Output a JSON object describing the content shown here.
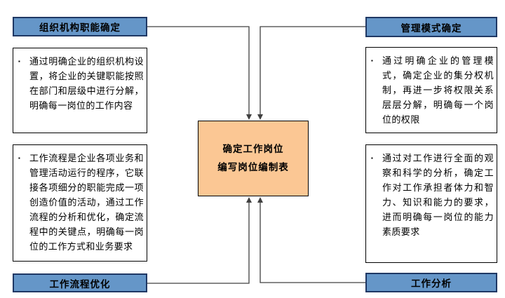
{
  "diagram": {
    "bullet_char": "▪",
    "center_box": {
      "line1": "确定工作岗位",
      "line2": "编写岗位编制表"
    },
    "sections": {
      "org_structure": {
        "title": "组织机构职能确定",
        "description": "通过明确企业的组织机构设置，将企业的关键职能按照在部门和层级中进行分解，明确每一岗位的工作内容"
      },
      "mgmt_mode": {
        "title": "管理模式确定",
        "description": "通过明确企业的管理模式，确定企业的集分权机制，再进一步将权限关系层层分解，明确每一个岗位的权限"
      },
      "process_opt": {
        "title": "工作流程优化",
        "description": "工作流程是企业各项业务和管理活动运行的程序，它联接各项细分的职能完成一项创造价值的活动，通过工作流程的分析和优化，确定流程中的关键点，明确每一岗位的工作方式和业务要求"
      },
      "job_analysis": {
        "title": "工作分析",
        "description": "通过对工作进行全面的观察和科学的分析，确定工作对工作承担者体力和智力、知识和能力的要求，进而明确每一岗位的能力素质要求"
      }
    },
    "colors": {
      "header_fill": "#6596C8",
      "header_border": "#1F3864",
      "center_fill": "#FBC794",
      "box_border": "#000000",
      "line": "#404040"
    }
  }
}
